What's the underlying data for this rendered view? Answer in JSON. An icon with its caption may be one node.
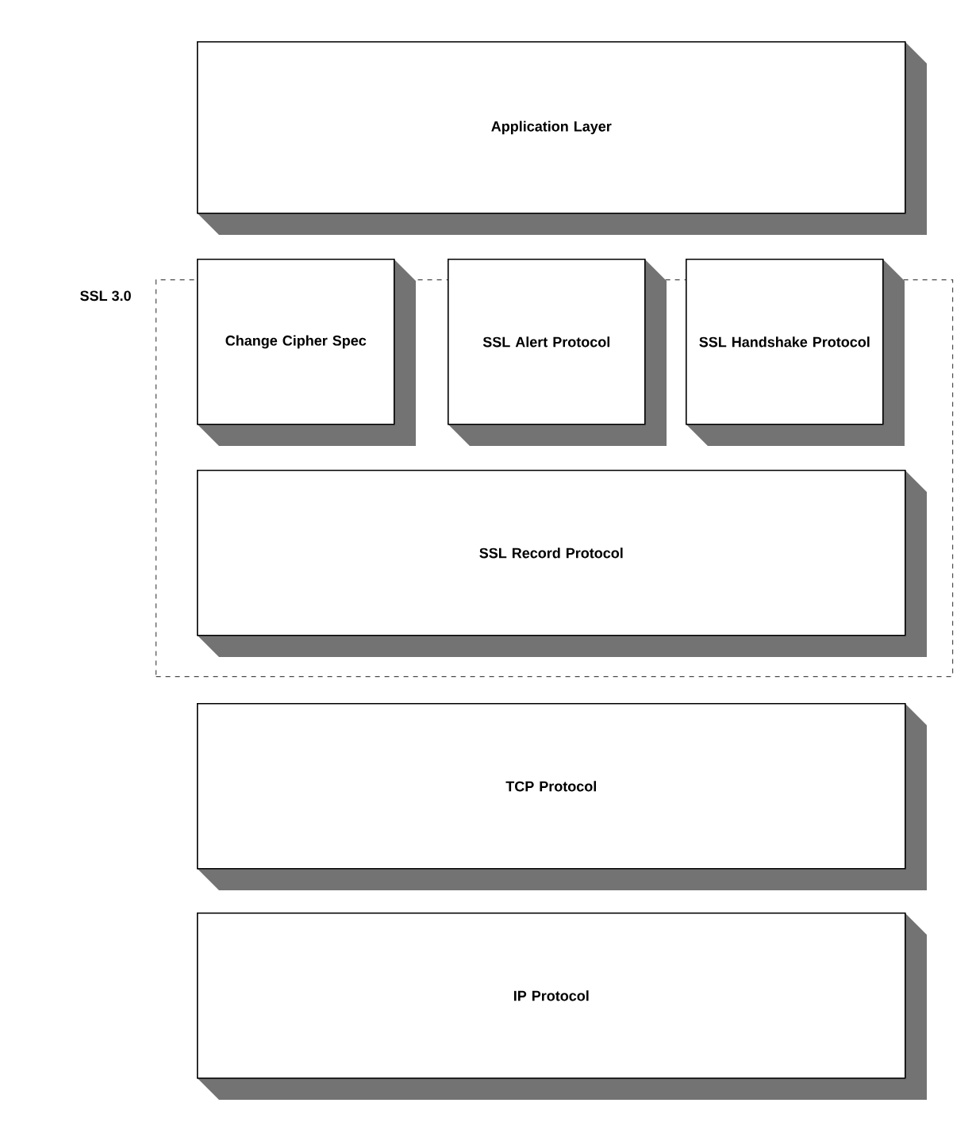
{
  "diagram": {
    "nodes": [
      {
        "text": [
          "Application Layer"
        ]
      },
      {
        "text": [
          "SSL 3.0"
        ]
      },
      {
        "text": [
          "Change Cipher Spec"
        ],
        "in": 1
      },
      {
        "text": [
          "SSL Alert Protocol"
        ],
        "in": 1
      },
      {
        "text": [
          "SSL Handshake Protocol"
        ],
        "in": 1
      },
      {
        "text": [
          "SSL Record Protocol"
        ],
        "in": 1
      },
      {
        "text": [
          "TCP Protocol"
        ]
      },
      {
        "text": [
          "IP Protocol"
        ]
      }
    ]
  }
}
